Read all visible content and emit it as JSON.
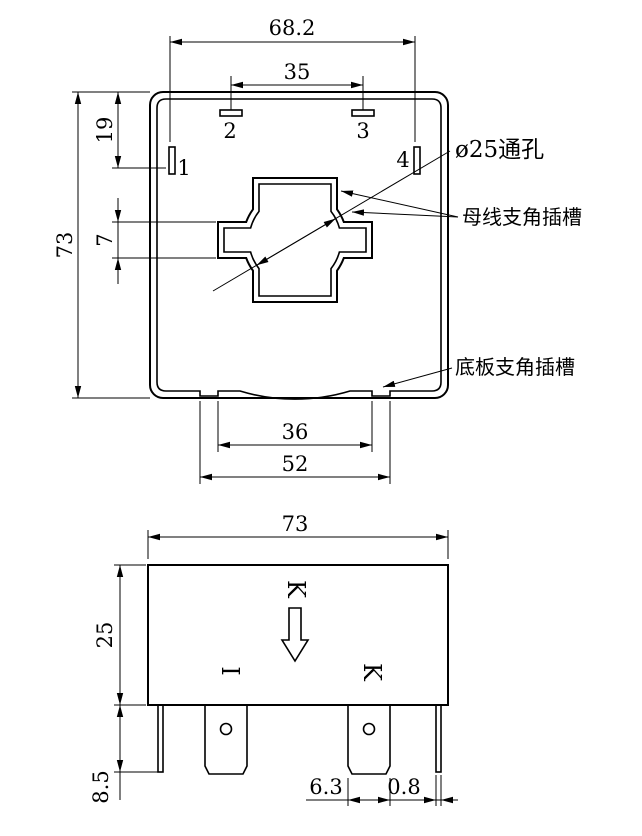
{
  "drawing": {
    "colors": {
      "line": "#000000",
      "background": "#ffffff"
    },
    "top_view": {
      "dim_width_outer": "68.2",
      "dim_width_tabs": "35",
      "terminal_1": "1",
      "terminal_2": "2",
      "terminal_3": "3",
      "terminal_4": "4",
      "dim_tab_offset": "19",
      "dim_body_height": "73",
      "dim_slot_width": "7",
      "label_through_hole": "ø25通孔",
      "label_busbar_slot": "母线支角插槽",
      "label_baseplate_slot": "底板支角插槽",
      "dim_notch_inner": "36",
      "dim_notch_outer": "52"
    },
    "side_view": {
      "dim_width": "73",
      "dim_height": "25",
      "dim_terminal_height": "8.5",
      "mark_direction": "K",
      "mark_terminal_left": "I",
      "mark_terminal_right": "K",
      "dim_tab_width": "6.3",
      "dim_tab_thickness": "0.8"
    }
  }
}
